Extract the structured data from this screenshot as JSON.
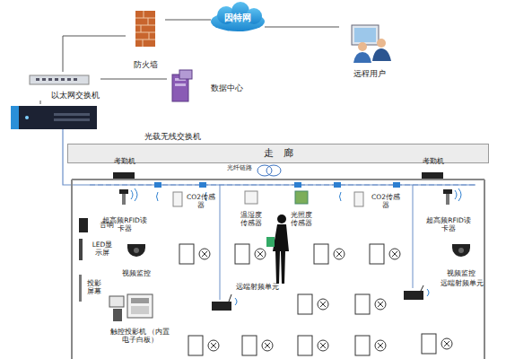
{
  "diagram": {
    "nodes": [
      {
        "text": [
          "因特网"
        ]
      },
      {
        "text": [
          "防火墙"
        ]
      },
      {
        "text": [
          "远程用户"
        ]
      },
      {
        "text": [
          "以太网交换机"
        ]
      },
      {
        "text": [
          "数据中心"
        ]
      },
      {
        "text": [
          "光载无线交换机"
        ]
      },
      {
        "text": [
          "走　廊"
        ]
      },
      {
        "text": [
          "考勤机"
        ]
      },
      {
        "text": [
          "超高频RFID读卡器"
        ]
      },
      {
        "text": [
          "CO2传感器"
        ]
      },
      {
        "text": [
          "温湿度传感器"
        ]
      },
      {
        "text": [
          "光照度传感器"
        ]
      },
      {
        "text": [
          "CO2传感器"
        ]
      },
      {
        "text": [
          "考勤机"
        ]
      },
      {
        "text": [
          "超高频RFID读卡器"
        ]
      },
      {
        "text": [
          "音响"
        ]
      },
      {
        "text": [
          "LED显示屏"
        ]
      },
      {
        "text": [
          "视频监控"
        ]
      },
      {
        "text": [
          "视频监控"
        ]
      },
      {
        "text": [
          "投影屏幕"
        ]
      },
      {
        "text": [
          "触控投影机 （内置电子白板）"
        ]
      },
      {
        "text": [
          "远端射频单元"
        ]
      },
      {
        "text": [
          "远端射频单元"
        ]
      }
    ],
    "edges": [
      {
        "from": 1,
        "to": 0,
        "arrow": "none"
      },
      {
        "from": 0,
        "to": 2,
        "arrow": "none"
      },
      {
        "from": 1,
        "to": 3,
        "arrow": "none"
      },
      {
        "from": 3,
        "to": 4,
        "arrow": "none"
      },
      {
        "from": 3,
        "to": 5,
        "arrow": "none"
      }
    ],
    "labels": [
      "光纤链路"
    ]
  }
}
